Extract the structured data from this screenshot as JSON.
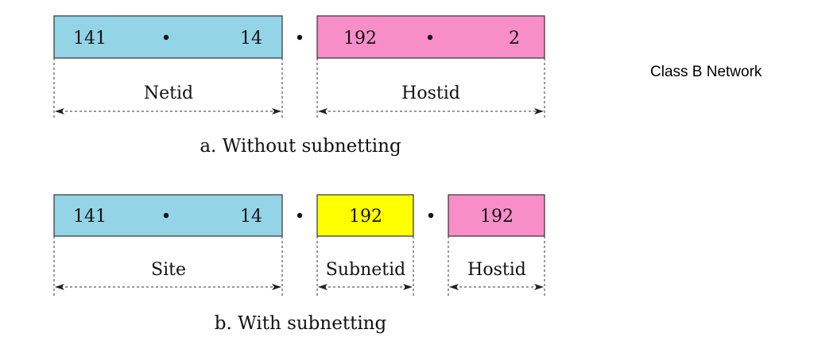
{
  "side_label": "Class B Network",
  "colors": {
    "net": "#93d4e6",
    "host": "#f78ec8",
    "subnet": "#ffff00"
  },
  "part_a": {
    "caption": "a. Without subnetting",
    "box1": {
      "left": "141",
      "right": "14"
    },
    "box2": {
      "left": "192",
      "right": "2"
    },
    "netid_label": "Netid",
    "hostid_label": "Hostid"
  },
  "part_b": {
    "caption": "b. With subnetting",
    "box1": {
      "left": "141",
      "right": "14"
    },
    "box2": {
      "value": "192"
    },
    "box3": {
      "value": "192"
    },
    "site_label": "Site",
    "subnetid_label": "Subnetid",
    "hostid_label": "Hostid"
  }
}
